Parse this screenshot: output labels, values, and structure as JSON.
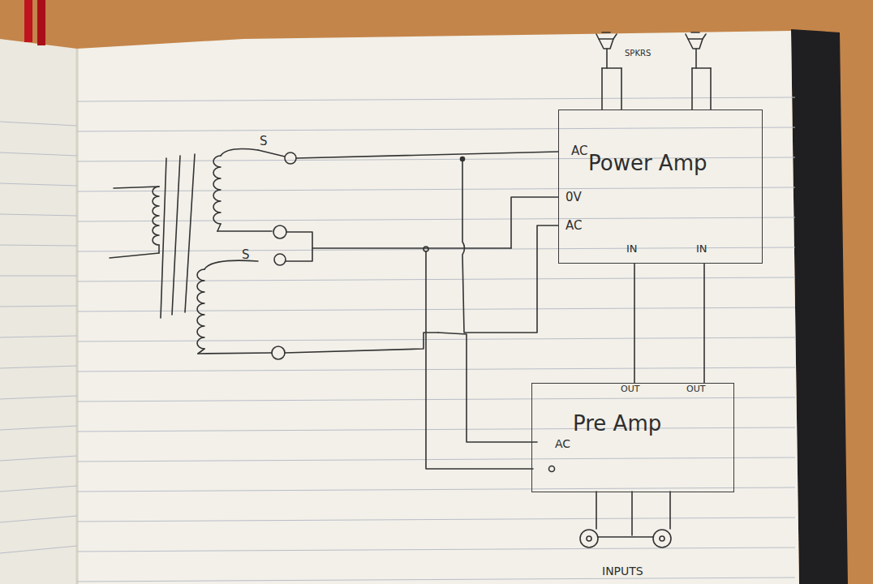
{
  "diagram": {
    "nodes": [
      {
        "text": [
          "Power Amp"
        ]
      },
      {
        "text": [
          "Pre Amp"
        ]
      }
    ],
    "edges": [
      {
        "from": 1,
        "to": 0,
        "arrow": "none"
      },
      {
        "from": 1,
        "to": 0,
        "arrow": "none"
      }
    ],
    "labels": [
      "SPKRS",
      "S",
      "S",
      "AC",
      "0V",
      "AC",
      "IN",
      "IN",
      "OUT",
      "OUT",
      "AC",
      "INPUTS"
    ]
  }
}
